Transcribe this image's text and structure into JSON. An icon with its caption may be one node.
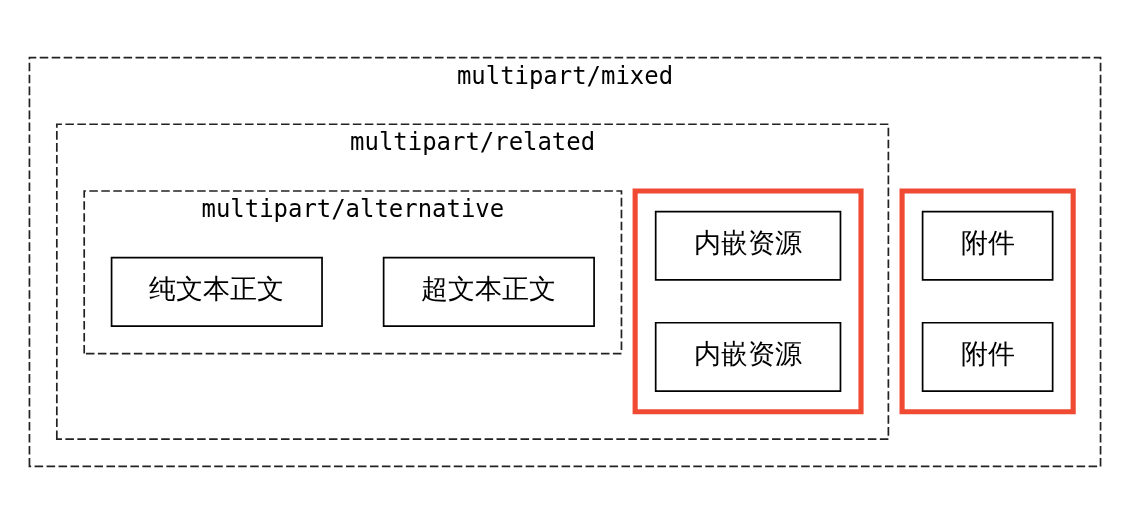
{
  "diagram": {
    "nodes": [
      {
        "text": [
          "multipart/mixed"
        ]
      },
      {
        "text": [
          "multipart/related"
        ],
        "in": 0
      },
      {
        "text": [
          "multipart/alternative"
        ],
        "in": 1
      },
      {
        "text": [
          "纯文本正文"
        ],
        "in": 2
      },
      {
        "text": [
          "超文本正文"
        ],
        "in": 2
      },
      {
        "text": [],
        "shape": "box",
        "in": 1
      },
      {
        "text": [
          "内嵌资源"
        ],
        "in": 5
      },
      {
        "text": [
          "内嵌资源"
        ],
        "in": 5
      },
      {
        "text": [],
        "shape": "box",
        "in": 0
      },
      {
        "text": [
          "附件"
        ],
        "in": 8
      },
      {
        "text": [
          "附件"
        ],
        "in": 8
      }
    ]
  }
}
